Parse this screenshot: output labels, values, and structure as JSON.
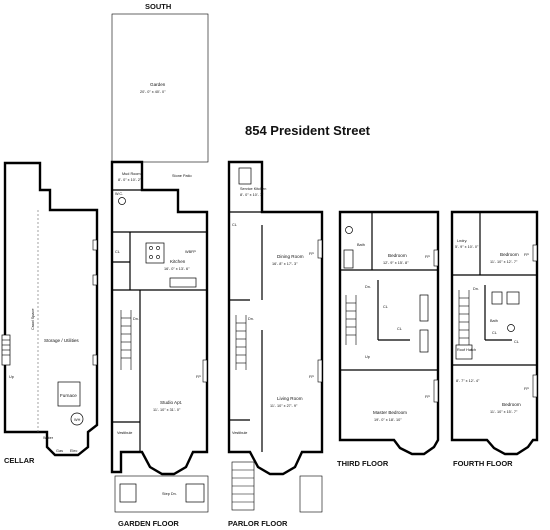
{
  "title": "854 President Street",
  "orientation": "SOUTH",
  "floors": {
    "cellar": "CELLAR",
    "garden": "GARDEN FLOOR",
    "parlor": "PARLOR FLOOR",
    "third": "THIRD FLOOR",
    "fourth": "FOURTH FLOOR"
  },
  "rooms": {
    "garden_outdoor": "Garden",
    "garden_outdoor_dim": "20'- 0\" x 40'- 0\"",
    "mud_room": "Mud Room",
    "mud_room_dim": "8'- 0\" x 10'- 2\"",
    "stone_patio": "Stone Patio",
    "wc": "W.C.",
    "kitchen": "Kitchen",
    "kitchen_dim": "16'- 0\" x 13'- 6\"",
    "wbfp": "WBFP",
    "studio": "Studio Apt.",
    "studio_dim": "11'- 10\" x 31'- 0\"",
    "vestibule": "Vestibule",
    "stair_dn": "Dn.",
    "step_dn": "Step Dn.",
    "service_kitchen": "Service Kitchen",
    "service_kitchen_dim": "8'- 0\" x 10'- 7\"",
    "dining": "Dining Room",
    "dining_dim": "16'- 8\" x 17'- 3\"",
    "living": "Living Room",
    "living_dim": "11'- 10\" x 27'- 9\"",
    "bath": "Bath",
    "bedroom": "Bedroom",
    "third_bedroom_dim": "12'- 9\" x 15'- 8\"",
    "master": "Master Bedroom",
    "master_dim": "19'- 0\" x 18'- 10\"",
    "laundry": "Lndry.",
    "laundry_dim": "5'- 9\" x 10'- 0\"",
    "fourth_bedroom_top_dim": "11'- 10\" x 12'- 7\"",
    "fourth_bedroom_bottom_dim": "11'- 10\" x 15'- 7\"",
    "roof_hatch": "Roof Hatch",
    "small_dim": "8'- 7\" x 12'- 4\"",
    "storage": "Storage / Utilities",
    "crawl": "Crawl Space",
    "furnace": "Furnace",
    "wh": "WH",
    "water": "Water",
    "gas": "Gas",
    "elec": "Elec",
    "cl": "CL",
    "fp": "FP",
    "up": "Up",
    "dn": "Dn."
  }
}
